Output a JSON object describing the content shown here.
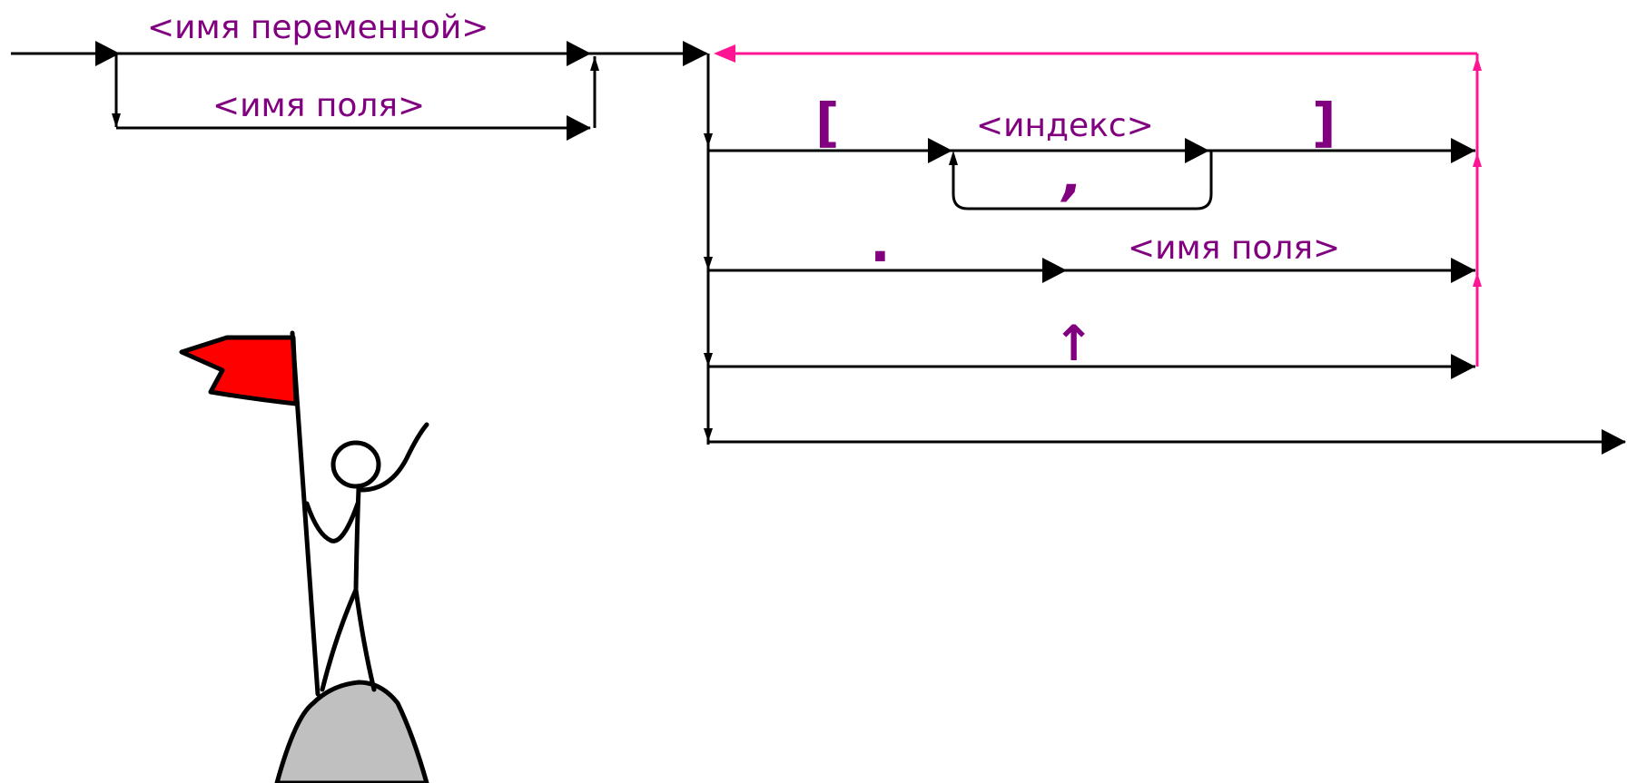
{
  "colors": {
    "line": "#000000",
    "text": "#800080",
    "loop": "#ff1493",
    "flag": "#ff0000",
    "mountain": "#c0c0c0"
  },
  "labels": {
    "variable_name": "<имя переменной>",
    "field_name_top": "<имя поля>",
    "open_bracket": "[",
    "index": "<индекс>",
    "close_bracket": "]",
    "comma": ",",
    "dot": ".",
    "field_name_dot": "<имя поля>",
    "pointer": "↑"
  },
  "illustration": {
    "icons": [
      "stick-figure-icon",
      "red-flag-icon",
      "mountain-peak-icon"
    ]
  }
}
